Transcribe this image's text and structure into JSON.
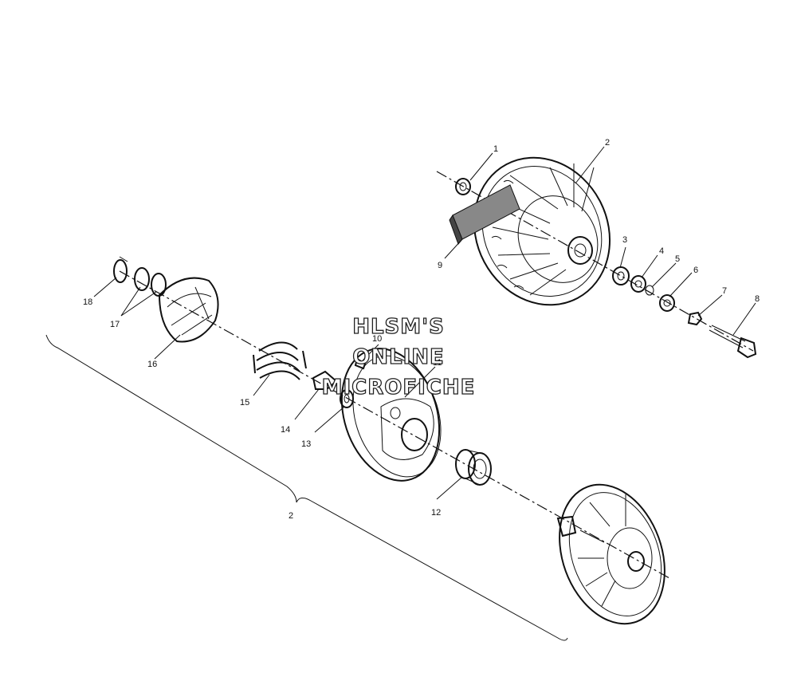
{
  "watermark": {
    "line1": "HLSM'S",
    "line2": "ONLINE",
    "line3": "MICROFICHE"
  },
  "callouts": [
    "1",
    "2",
    "3",
    "4",
    "5",
    "6",
    "7",
    "8",
    "9",
    "10",
    "11",
    "12",
    "13",
    "14",
    "15",
    "16",
    "17",
    "18",
    "2"
  ]
}
